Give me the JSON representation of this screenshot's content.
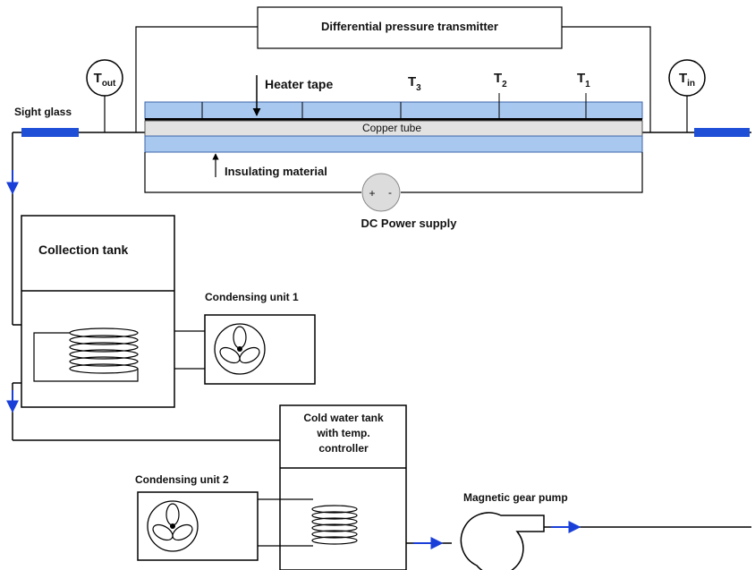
{
  "title_box": "Differential pressure transmitter",
  "sensors": {
    "t_out": {
      "main": "T",
      "sub": "out"
    },
    "t_in": {
      "main": "T",
      "sub": "in"
    },
    "t3": {
      "main": "T",
      "sub": "3"
    },
    "t2": {
      "main": "T",
      "sub": "2"
    },
    "t1": {
      "main": "T",
      "sub": "1"
    }
  },
  "labels": {
    "heater_tape": "Heater tape",
    "sight_glass": "Sight glass",
    "copper_tube": "Copper tube",
    "insulating_material": "Insulating material",
    "dc_power_supply": "DC Power supply",
    "collection_tank": "Collection tank",
    "condensing_unit_1": "Condensing unit 1",
    "condensing_unit_2": "Condensing unit 2",
    "cold_water_tank": [
      "Cold water tank",
      "with temp.",
      "controller"
    ],
    "magnetic_gear_pump": "Magnetic gear pump"
  },
  "power_signs": {
    "plus": "+",
    "minus": "-"
  },
  "colors": {
    "line": "#000000",
    "tube_blue": "#a9c8f0",
    "tube_blue_edge": "#3b64a8",
    "copper_gray": "#e2e2e2",
    "sight_glass": "#1f4fd6",
    "flow_arrow": "#1a3fd8"
  }
}
